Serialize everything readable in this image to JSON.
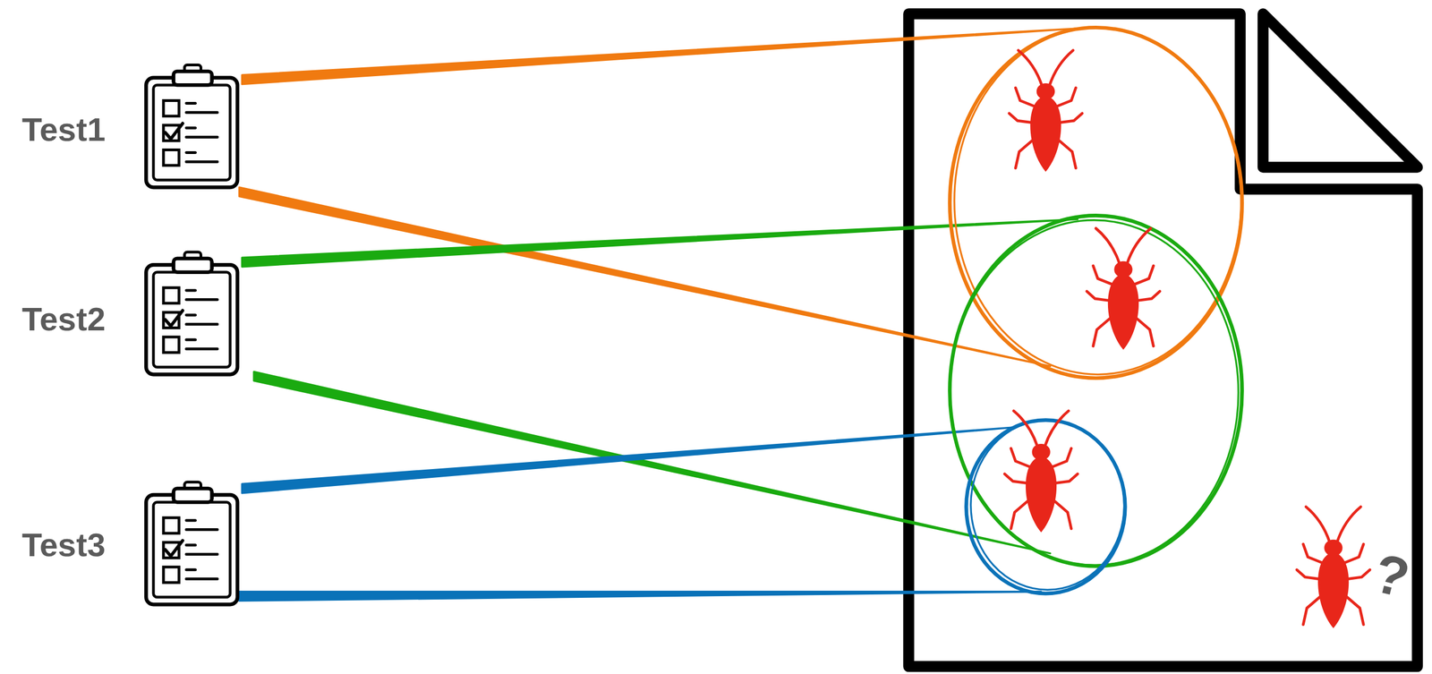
{
  "diagram": {
    "labels": [
      "Test1",
      "Test2",
      "Test3",
      "?"
    ]
  }
}
